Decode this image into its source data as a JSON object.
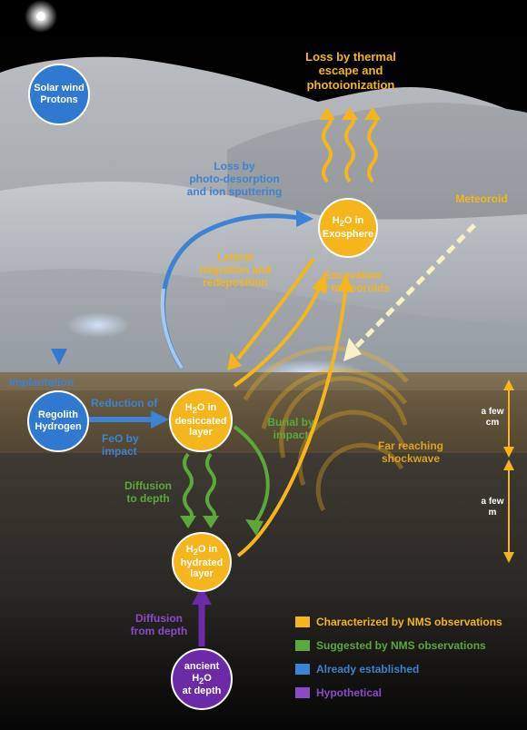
{
  "nodes": {
    "solar_wind": "Solar wind\nProtons",
    "regolith_h": "Regolith\nHydrogen",
    "h2o_exosphere_a": "H",
    "h2o_exosphere_sub": "2",
    "h2o_exosphere_b": "O in\nExosphere",
    "h2o_desiccated_a": "H",
    "h2o_desiccated_sub": "2",
    "h2o_desiccated_b": "O in\ndesiccated\nlayer",
    "h2o_hydrated_a": "H",
    "h2o_hydrated_sub": "2",
    "h2o_hydrated_b": "O in\nhydrated\nlayer",
    "ancient_a": "ancient\nH",
    "ancient_sub": "2",
    "ancient_b": "O\nat depth"
  },
  "labels": {
    "loss_thermal": "Loss by thermal\nescape and\nphotoionization",
    "loss_photo": "Loss by\nphoto-desorption\nand ion sputtering",
    "meteoroid": "Meteoroid",
    "lateral": "Lateral\nmigration and\nredeposition",
    "excavation": "Excavation\nby meteoroids",
    "implantation": "Implantation",
    "reduction": "Reduction of",
    "feo": "FeO by\nimpact",
    "burial": "Burial by\nimpact",
    "far_reaching": "Far reaching\nshockwave",
    "diffusion_depth": "Diffusion\nto depth",
    "diffusion_from": "Diffusion\nfrom depth",
    "few_cm": "a few\ncm",
    "few_m": "a few\nm"
  },
  "legend": [
    {
      "label": "Characterized by NMS observations",
      "color": "#f5b51c"
    },
    {
      "label": "Suggested by NMS observations",
      "color": "#5ca83a"
    },
    {
      "label": "Already established",
      "color": "#3d83d3"
    },
    {
      "label": "Hypothetical",
      "color": "#8a4bc7"
    }
  ],
  "colors": {
    "characterized": "#f5b51c",
    "suggested": "#5ca83a",
    "established": "#3d83d3",
    "hypothetical": "#8a4bc7"
  }
}
